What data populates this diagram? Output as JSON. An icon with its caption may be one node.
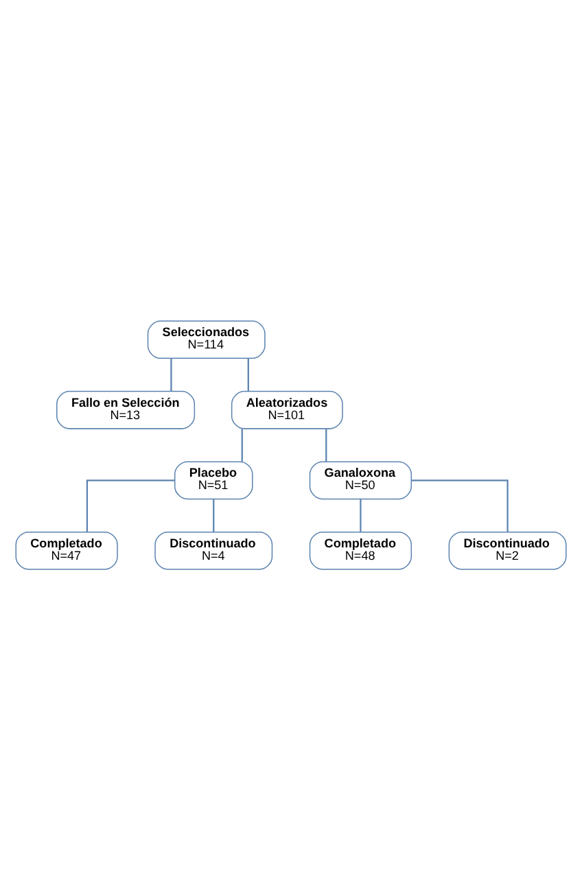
{
  "diagram": {
    "nodes": [
      {
        "text": [
          "Seleccionados",
          "N=114"
        ]
      },
      {
        "text": [
          "Fallo en Selección",
          "N=13"
        ]
      },
      {
        "text": [
          "Aleatorizados",
          "N=101"
        ]
      },
      {
        "text": [
          "Placebo",
          "N=51"
        ]
      },
      {
        "text": [
          "Ganaloxona",
          "N=50"
        ]
      },
      {
        "text": [
          "Completado",
          "N=47"
        ]
      },
      {
        "text": [
          "Discontinuado",
          "N=4"
        ]
      },
      {
        "text": [
          "Completado",
          "N=48"
        ]
      },
      {
        "text": [
          "Discontinuado",
          "N=2"
        ]
      }
    ],
    "edges": [
      {
        "from": 0,
        "to": 1,
        "arrow": "none"
      },
      {
        "from": 0,
        "to": 2,
        "arrow": "none"
      },
      {
        "from": 2,
        "to": 3,
        "arrow": "none"
      },
      {
        "from": 2,
        "to": 4,
        "arrow": "none"
      },
      {
        "from": 3,
        "to": 5,
        "arrow": "none"
      },
      {
        "from": 3,
        "to": 6,
        "arrow": "none"
      },
      {
        "from": 4,
        "to": 7,
        "arrow": "none"
      },
      {
        "from": 4,
        "to": 8,
        "arrow": "none"
      }
    ]
  }
}
